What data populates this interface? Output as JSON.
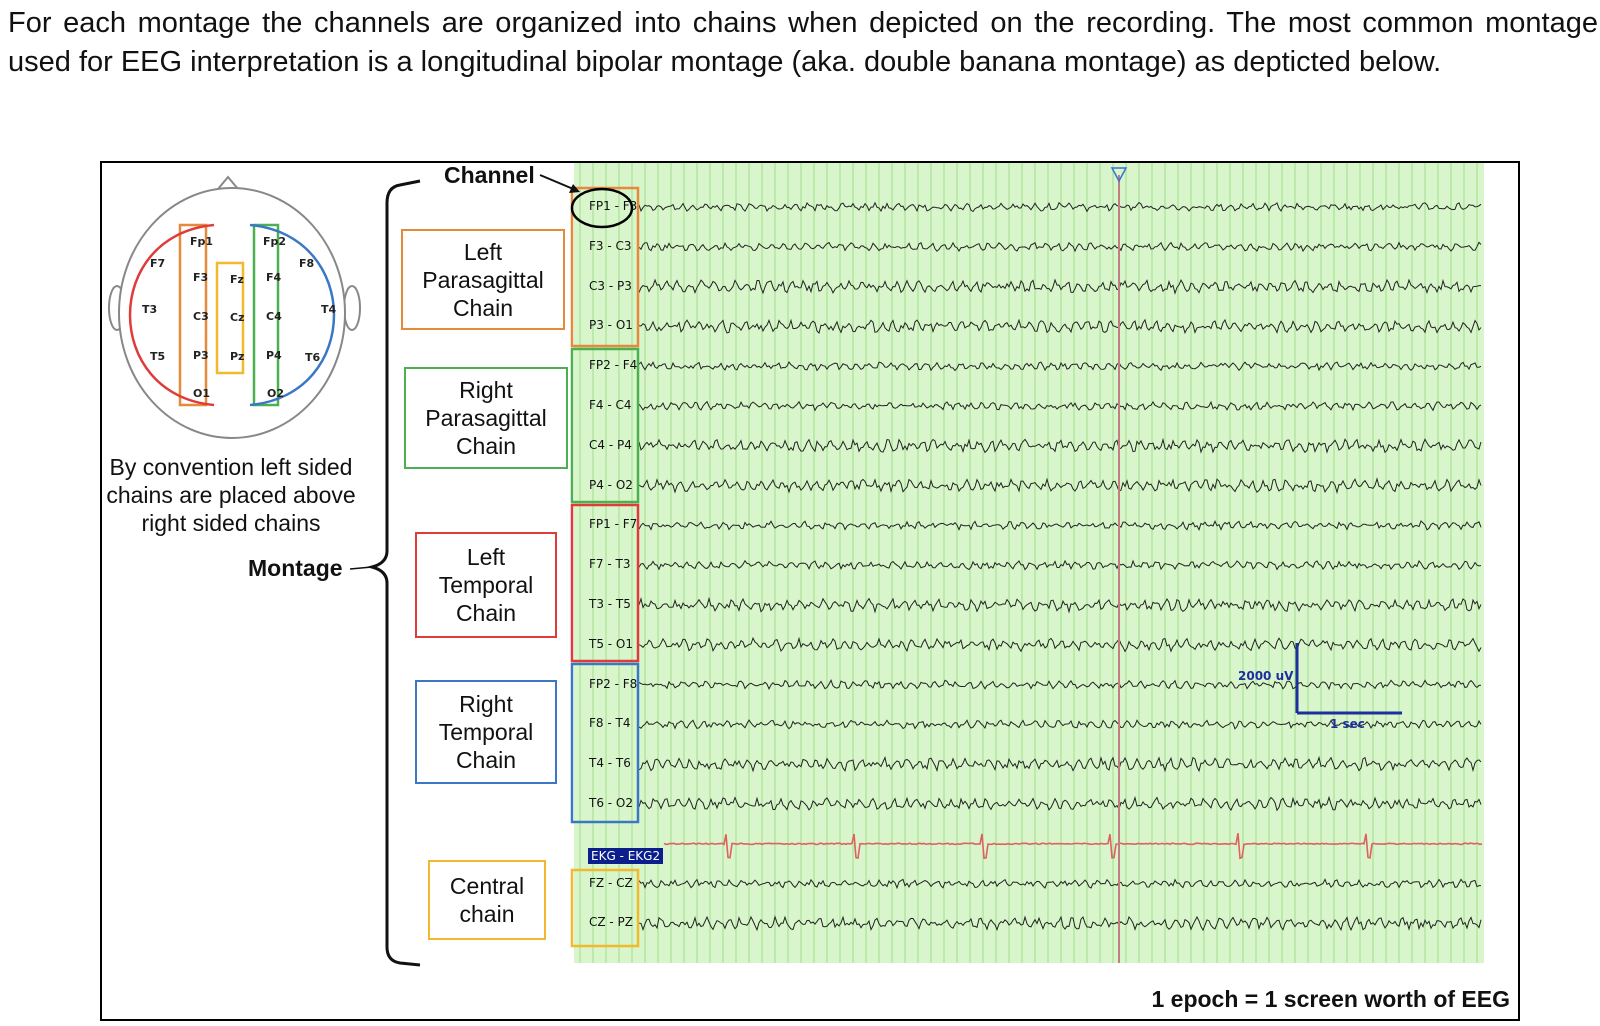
{
  "intro": "For each montage the channels are organized into chains when depicted on the recording. The most common montage used for EEG interpretation is a longitudinal bipolar montage (aka. double banana montage) as depticted below.",
  "head": {
    "electrodes": [
      "Fp1",
      "Fp2",
      "F7",
      "F8",
      "F3",
      "Fz",
      "F4",
      "T3",
      "C3",
      "Cz",
      "C4",
      "T4",
      "T5",
      "P3",
      "Pz",
      "P4",
      "T6",
      "O1",
      "O2"
    ]
  },
  "caption": "By convention left sided chains are placed above right sided chains",
  "labels": {
    "channel": "Channel",
    "montage": "Montage",
    "epoch": "1 epoch = 1 screen worth of EEG"
  },
  "chains": [
    {
      "name": "Left Parasagittal Chain",
      "color": "#e58a3a"
    },
    {
      "name": "Right Parasagittal Chain",
      "color": "#4caf50"
    },
    {
      "name": "Left Temporal Chain",
      "color": "#e03b3b"
    },
    {
      "name": "Right Temporal Chain",
      "color": "#3a78c4"
    },
    {
      "name": "Central chain",
      "color": "#f2b92f"
    }
  ],
  "channels": [
    "FP1 - F3",
    "F3 - C3",
    "C3 - P3",
    "P3 - O1",
    "FP2 - F4",
    "F4 - C4",
    "C4 - P4",
    "P4 - O2",
    "FP1 - F7",
    "F7 - T3",
    "T3 - T5",
    "T5 - O1",
    "FP2 - F8",
    "F8 - T4",
    "T4 - T6",
    "T6 - O2",
    "EKG - EKG2",
    "FZ - CZ",
    "CZ - PZ"
  ],
  "scale": {
    "amplitude": "2000 uV",
    "time": "1 sec"
  },
  "colors": {
    "grid_bg": "#d9f5cc",
    "grid_line": "#9ee08a",
    "trace": "#222222",
    "ekg_trace": "#e06060",
    "cursor": "#c08080",
    "cursor_marker": "#3a6fd8"
  }
}
